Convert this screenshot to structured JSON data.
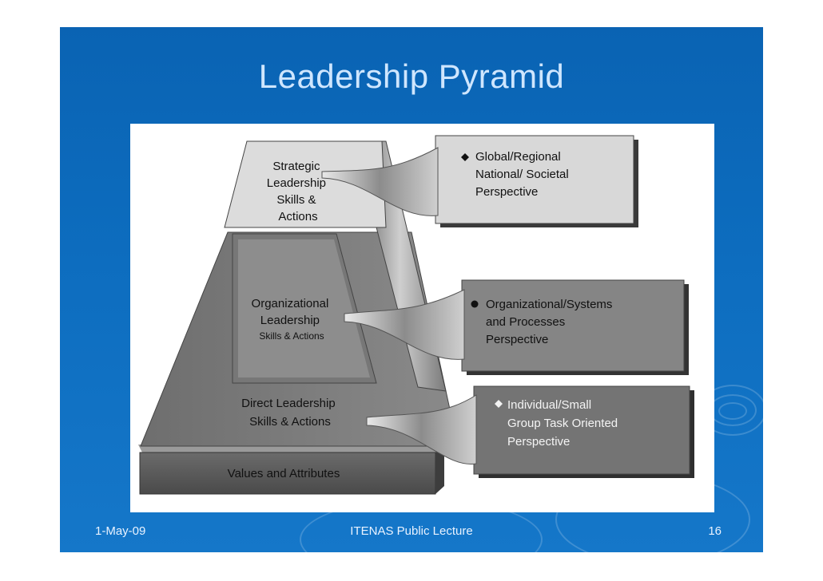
{
  "slide": {
    "title": "Leadership Pyramid",
    "footer_date": "1-May-09",
    "footer_center": "ITENAS Public Lecture",
    "page_number": "16"
  },
  "pyramid": {
    "level_strategic": [
      "Strategic",
      "Leadership",
      "Skills &",
      "Actions"
    ],
    "level_organizational": [
      "Organizational",
      "Leadership",
      "Skills & Actions"
    ],
    "level_direct": [
      "Direct Leadership",
      "Skills & Actions"
    ],
    "base": "Values and Attributes"
  },
  "perspectives": {
    "global": [
      "Global/Regional",
      "National/ Societal",
      "Perspective"
    ],
    "organizational": [
      "Organizational/Systems",
      "and Processes",
      "Perspective"
    ],
    "individual": [
      "Individual/Small",
      "Group Task Oriented",
      "Perspective"
    ]
  },
  "colors": {
    "slide_background": "#0d6dbf",
    "title_text": "#cfe6ff"
  }
}
